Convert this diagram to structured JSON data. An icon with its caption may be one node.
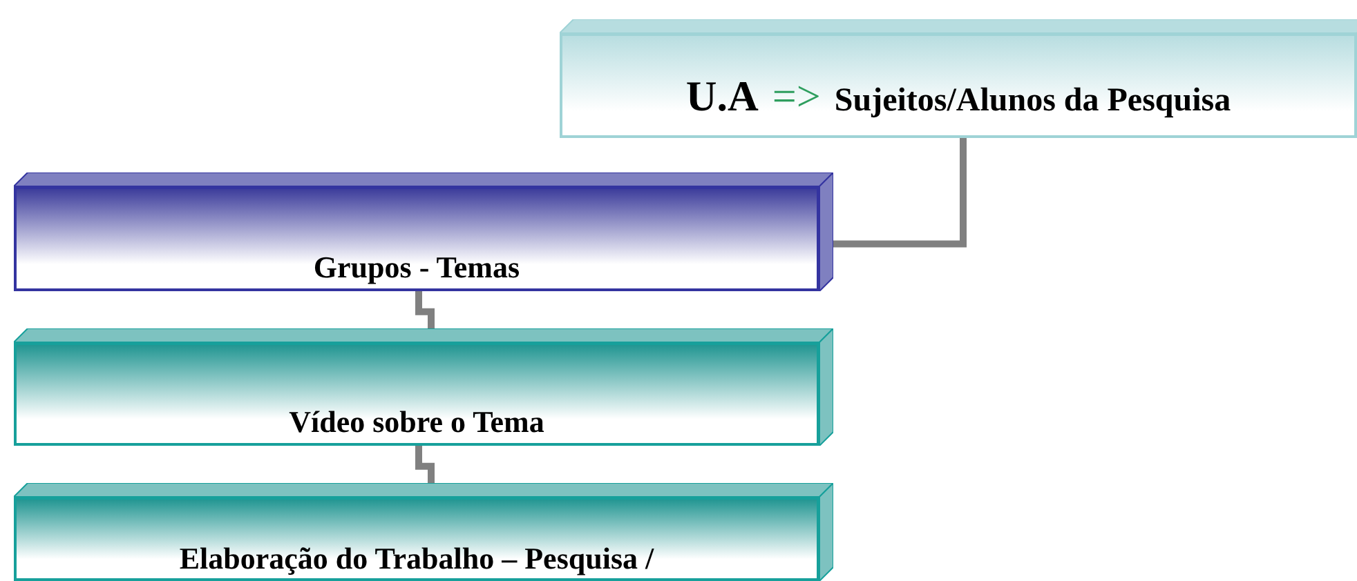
{
  "diagram": {
    "nodes": [
      {
        "text": [
          "U.A",
          "=>",
          "Sujeitos/Alunos da Pesquisa"
        ]
      },
      {
        "text": [
          "Grupos - Temas"
        ]
      },
      {
        "text": [
          "Vídeo sobre o Tema"
        ]
      },
      {
        "text": [
          "Elaboração do Trabalho – Pesquisa /"
        ]
      }
    ],
    "edges": [
      {
        "from": 0,
        "to": 1,
        "arrow": "none"
      },
      {
        "from": 1,
        "to": 2,
        "arrow": "none"
      },
      {
        "from": 2,
        "to": 3,
        "arrow": "none"
      }
    ]
  }
}
